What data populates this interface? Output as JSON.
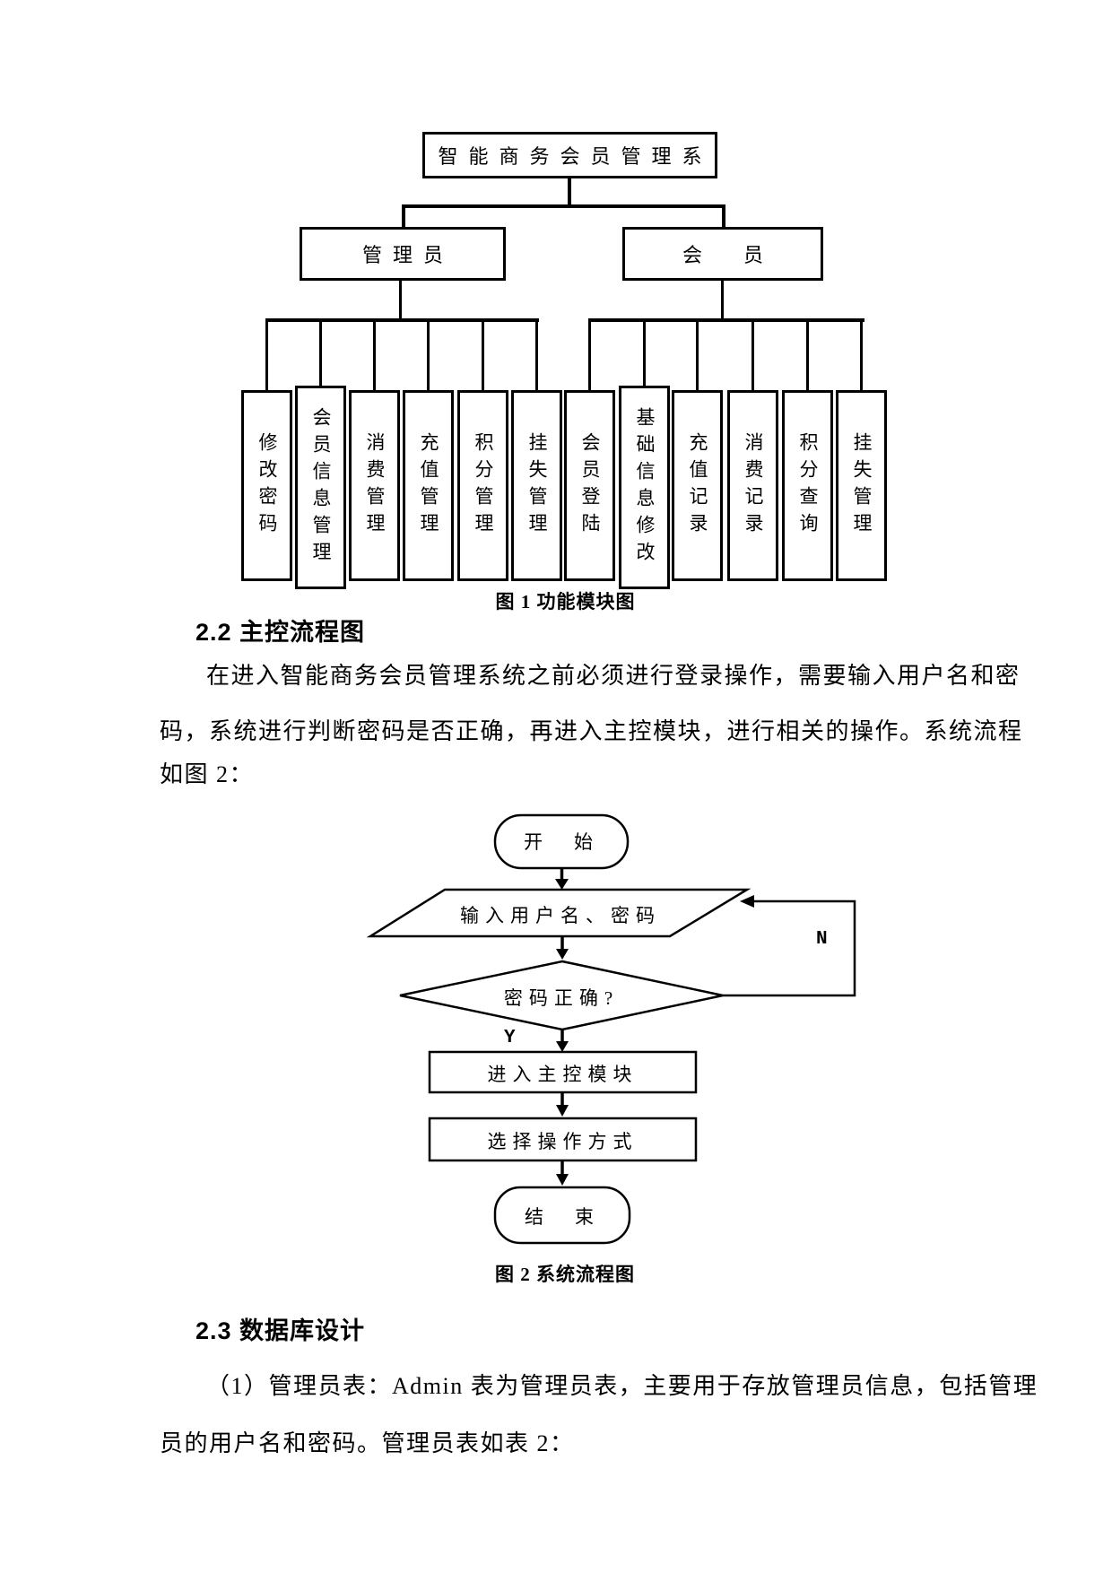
{
  "figure1": {
    "root_label": "智能商务会员管理系",
    "admin_label": "管理员",
    "member_label": "会　员",
    "admin_children": [
      "修改密码",
      "会员信息管理",
      "消费管理",
      "充值管理",
      "积分管理",
      "挂失管理"
    ],
    "member_children": [
      "会员登陆",
      "基础信息修改",
      "充值记录",
      "消费记录",
      "积分查询",
      "挂失管理"
    ],
    "caption": "图 1 功能模块图"
  },
  "section_2_2": {
    "heading": "2.2 主控流程图",
    "paragraph_lines": [
      "在进入智能商务会员管理系统之前必须进行登录操作，需要输入用户名和密",
      "码，系统进行判断密码是否正确，再进入主控模块，进行相关的操作。系统流程",
      "如图 2："
    ]
  },
  "flowchart": {
    "start_label": "开　始",
    "input_label": "输入用户名、密码",
    "decision_label": "密码正确?",
    "label_yes": "Y",
    "label_no": "N",
    "process1_label": "进入主控模块",
    "process2_label": "选择操作方式",
    "end_label": "结　束",
    "caption": "图 2 系统流程图"
  },
  "section_2_3": {
    "heading": "2.3 数据库设计",
    "paragraph_lines": [
      "（1）管理员表：Admin 表为管理员表，主要用于存放管理员信息，包括管理",
      "员的用户名和密码。管理员表如表 2："
    ]
  }
}
